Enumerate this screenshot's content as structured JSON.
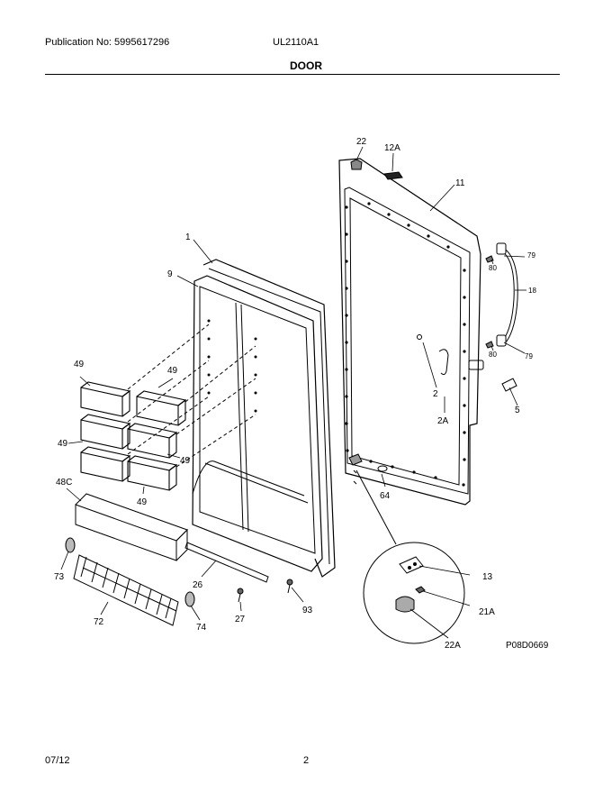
{
  "header": {
    "publication": "Publication No: 5995617296",
    "model": "UL2110A1",
    "section_title": "DOOR"
  },
  "footer": {
    "date": "07/12",
    "page_number": "2"
  },
  "diagram": {
    "figure_code": "P08D0669",
    "callouts": {
      "c1": "1",
      "c9": "9",
      "c22": "22",
      "c12A": "12A",
      "c11": "11",
      "c80a": "80",
      "c79a": "79",
      "c18": "18",
      "c80b": "80",
      "c79b": "79",
      "c2": "2",
      "c2A": "2A",
      "c5": "5",
      "c64": "64",
      "c49a": "49",
      "c49b": "49",
      "c49c": "49",
      "c49d": "49",
      "c49e": "49",
      "c48C": "48C",
      "c73": "73",
      "c72": "72",
      "c26": "26",
      "c27": "27",
      "c93": "93",
      "c74": "74",
      "c13": "13",
      "c21A": "21A",
      "c22A": "22A"
    }
  }
}
